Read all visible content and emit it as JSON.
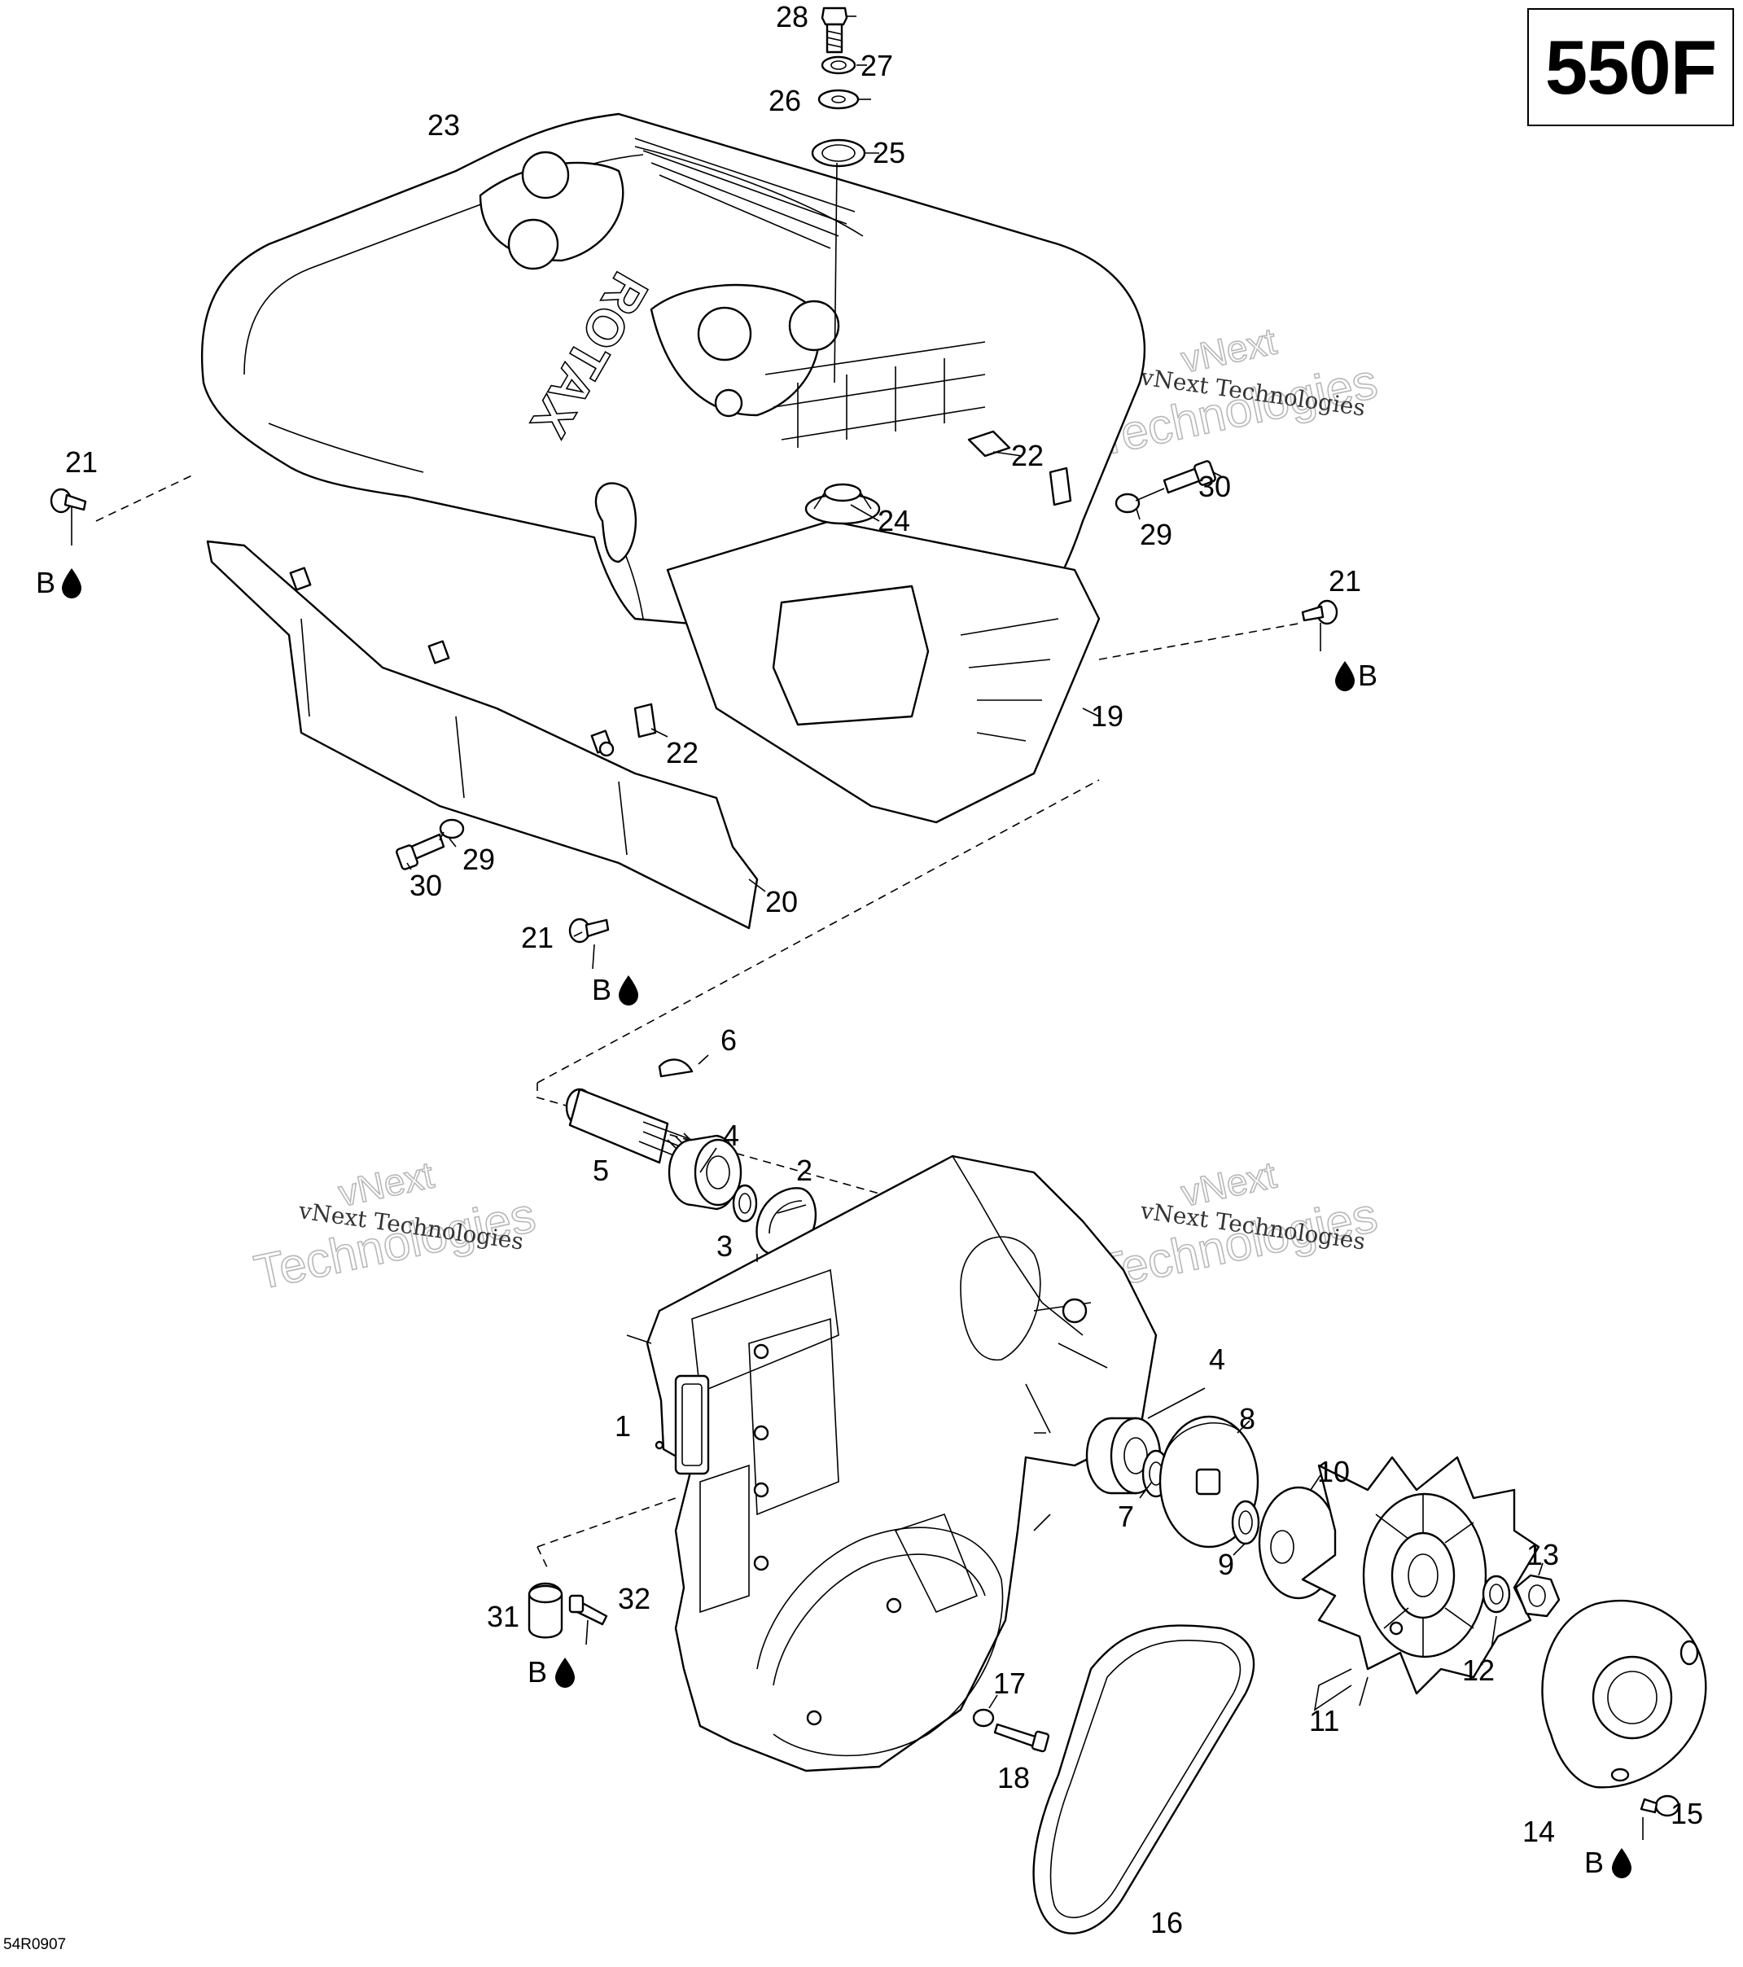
{
  "model": "550F",
  "ref_code": "54R0907",
  "watermarks": [
    {
      "brand": "vNext",
      "company": "Technologies",
      "line": "vNext Technologies"
    }
  ],
  "lubricant_symbol": "B",
  "callouts": [
    {
      "n": "1"
    },
    {
      "n": "2"
    },
    {
      "n": "3"
    },
    {
      "n": "4"
    },
    {
      "n": "4"
    },
    {
      "n": "5"
    },
    {
      "n": "6"
    },
    {
      "n": "7"
    },
    {
      "n": "8"
    },
    {
      "n": "9"
    },
    {
      "n": "10"
    },
    {
      "n": "11"
    },
    {
      "n": "12"
    },
    {
      "n": "13"
    },
    {
      "n": "14"
    },
    {
      "n": "15"
    },
    {
      "n": "16"
    },
    {
      "n": "17"
    },
    {
      "n": "18"
    },
    {
      "n": "19"
    },
    {
      "n": "20"
    },
    {
      "n": "21"
    },
    {
      "n": "21"
    },
    {
      "n": "21"
    },
    {
      "n": "22"
    },
    {
      "n": "22"
    },
    {
      "n": "23"
    },
    {
      "n": "24"
    },
    {
      "n": "25"
    },
    {
      "n": "26"
    },
    {
      "n": "27"
    },
    {
      "n": "28"
    },
    {
      "n": "29"
    },
    {
      "n": "29"
    },
    {
      "n": "30"
    },
    {
      "n": "30"
    },
    {
      "n": "31"
    },
    {
      "n": "32"
    }
  ],
  "lube_marks": [
    {
      "text": "B"
    },
    {
      "text": "B"
    },
    {
      "text": "B"
    },
    {
      "text": "B"
    },
    {
      "text": "B"
    }
  ],
  "cover_logo": "ROTAX"
}
